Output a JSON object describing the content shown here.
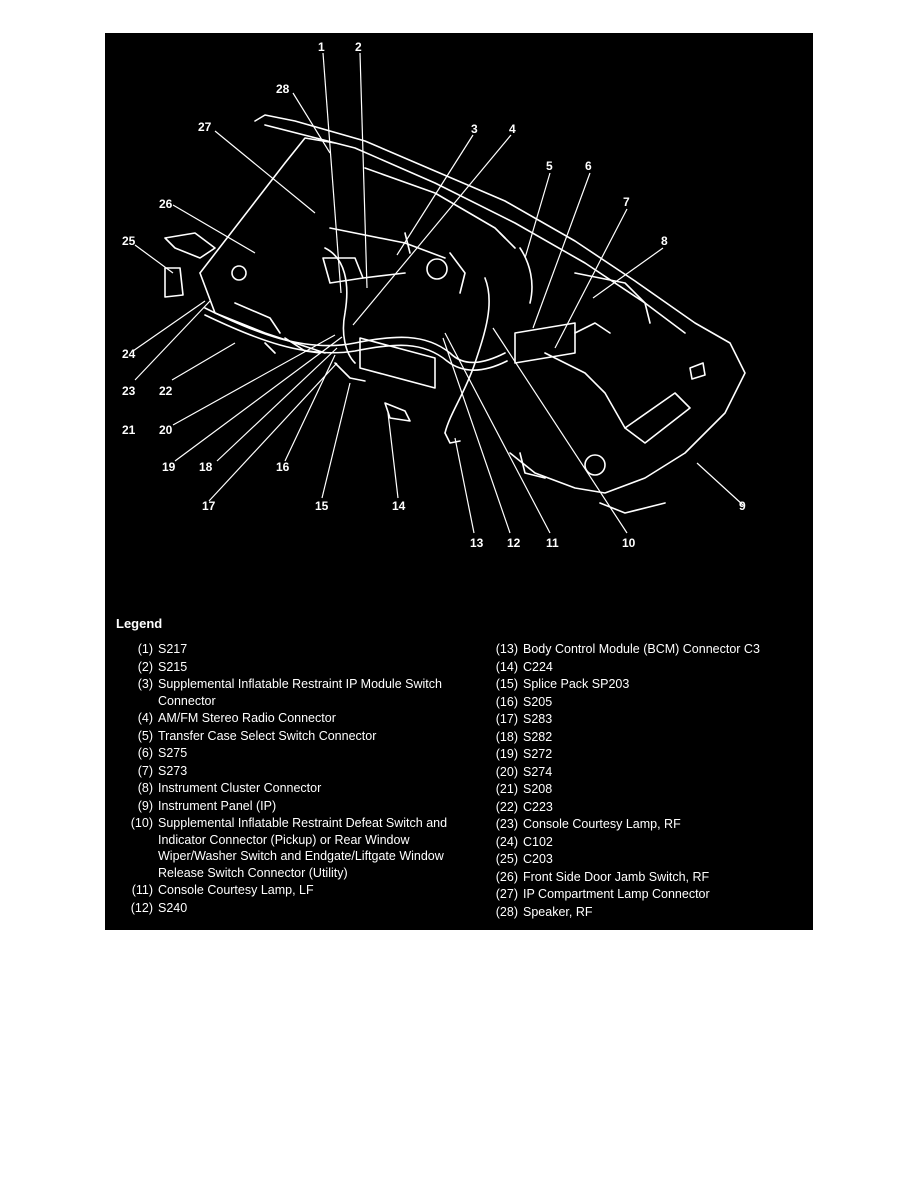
{
  "callouts": [
    "1",
    "2",
    "3",
    "4",
    "5",
    "6",
    "7",
    "8",
    "9",
    "10",
    "11",
    "12",
    "13",
    "14",
    "15",
    "16",
    "17",
    "18",
    "19",
    "20",
    "21",
    "22",
    "23",
    "24",
    "25",
    "26",
    "27",
    "28"
  ],
  "legend": {
    "title": "Legend",
    "left": [
      {
        "num": "(1)",
        "text": "S217"
      },
      {
        "num": "(2)",
        "text": "S215"
      },
      {
        "num": "(3)",
        "text": "Supplemental Inflatable Restraint IP Module Switch Connector"
      },
      {
        "num": "(4)",
        "text": "AM/FM Stereo Radio Connector"
      },
      {
        "num": "(5)",
        "text": "Transfer Case Select Switch Connector"
      },
      {
        "num": "(6)",
        "text": "S275"
      },
      {
        "num": "(7)",
        "text": "S273"
      },
      {
        "num": "(8)",
        "text": "Instrument Cluster Connector"
      },
      {
        "num": "(9)",
        "text": "Instrument Panel (IP)"
      },
      {
        "num": "(10)",
        "text": "Supplemental Inflatable Restraint Defeat Switch and Indicator Connector (Pickup) or Rear Window Wiper/Washer Switch and Endgate/Liftgate Window Release Switch Connector (Utility)"
      },
      {
        "num": "(11)",
        "text": "Console Courtesy Lamp, LF"
      },
      {
        "num": "(12)",
        "text": "S240"
      }
    ],
    "right": [
      {
        "num": "(13)",
        "text": "Body Control Module (BCM) Connector C3"
      },
      {
        "num": "(14)",
        "text": "C224"
      },
      {
        "num": "(15)",
        "text": "Splice Pack SP203"
      },
      {
        "num": "(16)",
        "text": "S205"
      },
      {
        "num": "(17)",
        "text": "S283"
      },
      {
        "num": "(18)",
        "text": "S282"
      },
      {
        "num": "(19)",
        "text": "S272"
      },
      {
        "num": "(20)",
        "text": "S274"
      },
      {
        "num": "(21)",
        "text": "S208"
      },
      {
        "num": "(22)",
        "text": "C223"
      },
      {
        "num": "(23)",
        "text": "Console Courtesy Lamp, RF"
      },
      {
        "num": "(24)",
        "text": "C102"
      },
      {
        "num": "(25)",
        "text": "C203"
      },
      {
        "num": "(26)",
        "text": "Front Side Door Jamb Switch, RF"
      },
      {
        "num": "(27)",
        "text": "IP Compartment Lamp Connector"
      },
      {
        "num": "(28)",
        "text": "Speaker, RF"
      }
    ]
  }
}
